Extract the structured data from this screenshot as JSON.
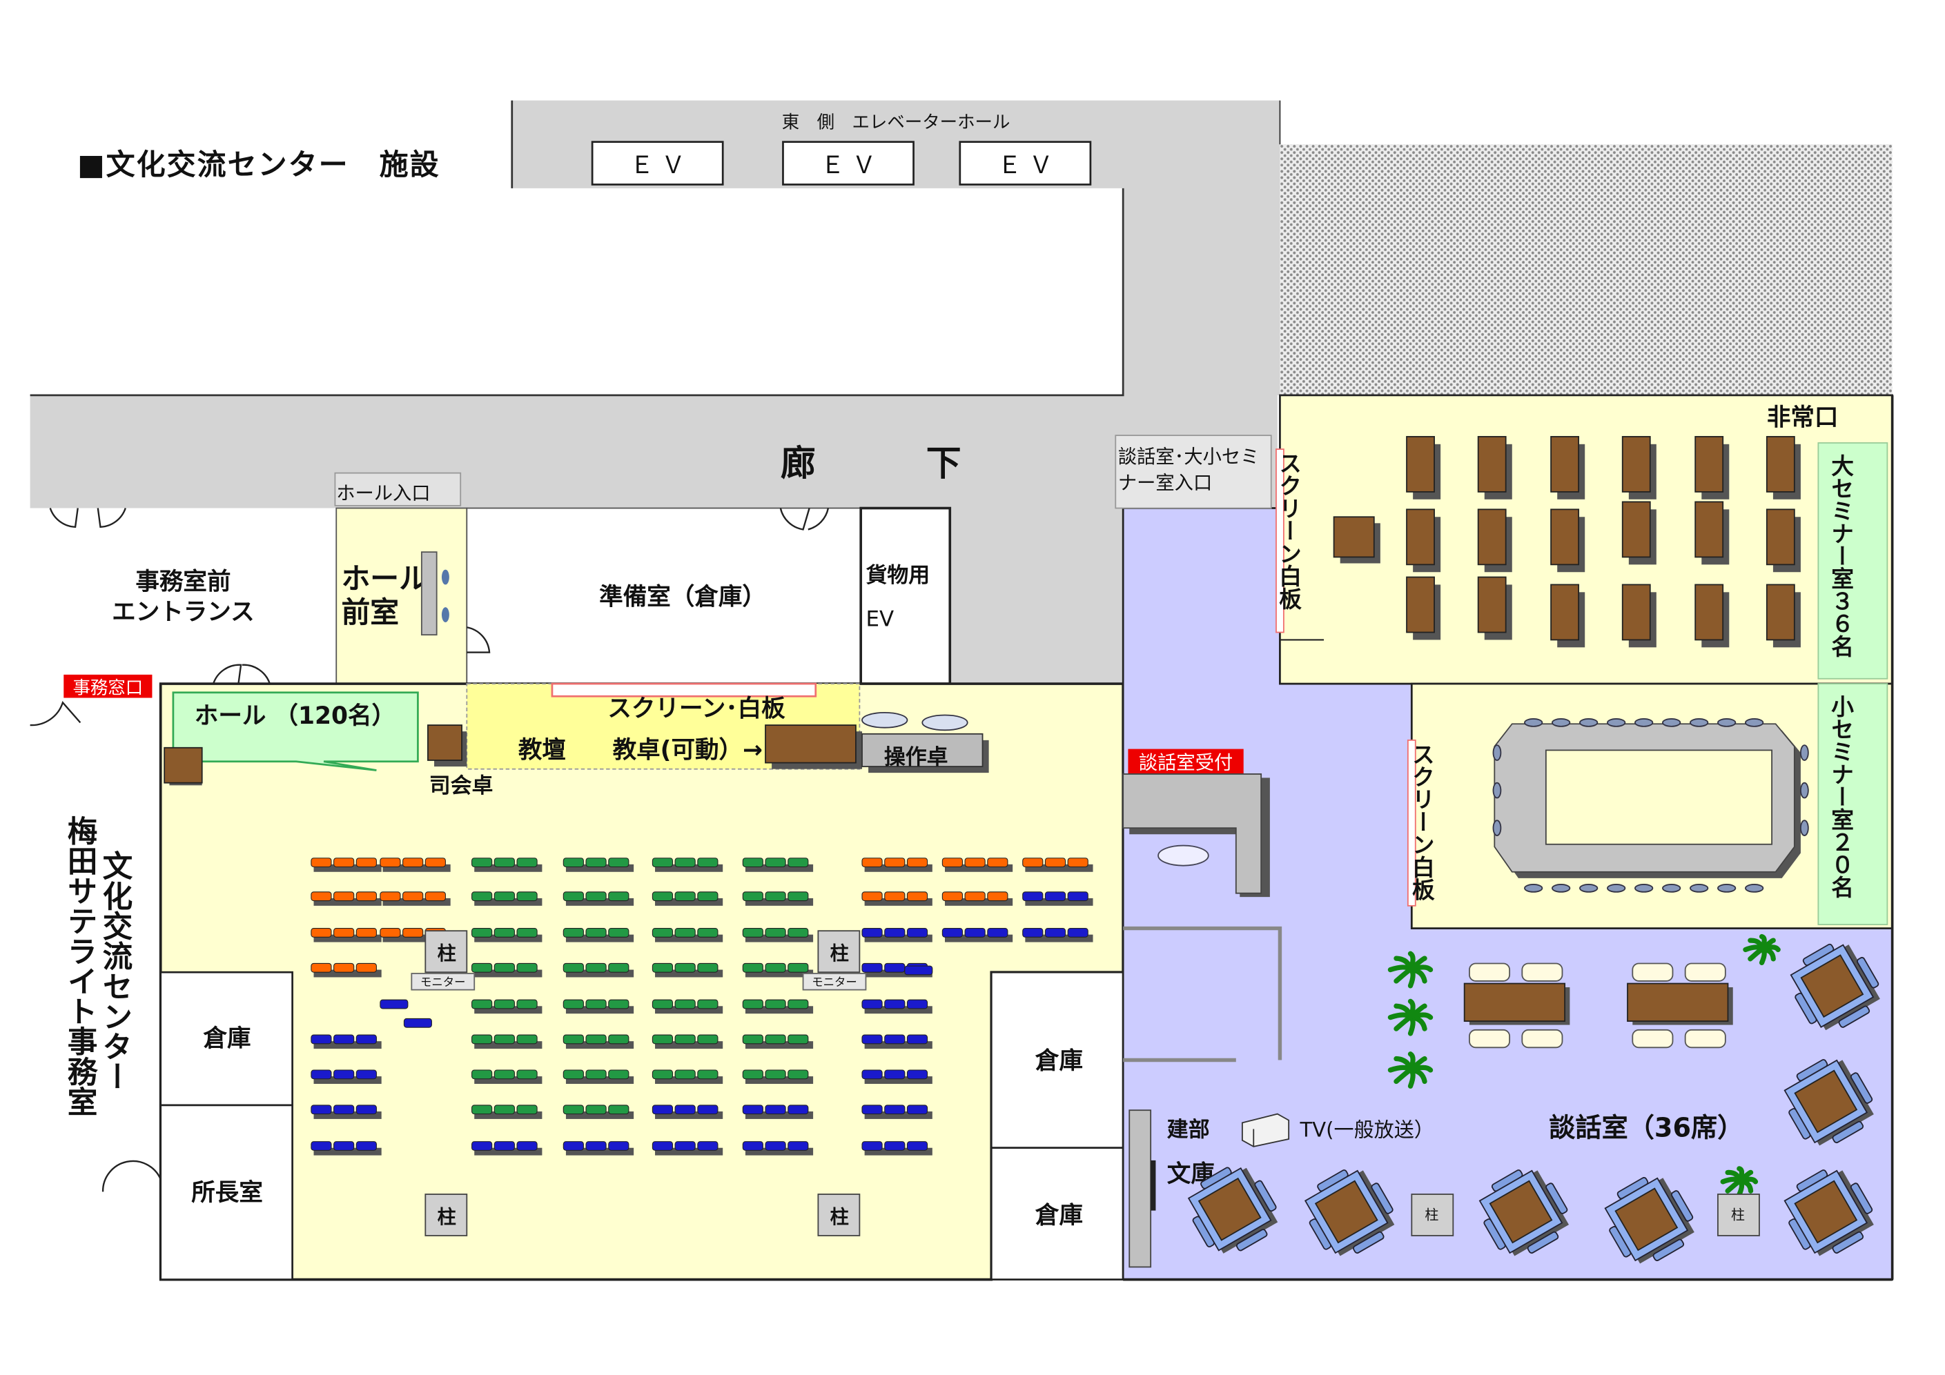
{
  "title": "■文化交流センター　施設",
  "colors": {
    "corridor": "#d4d4d4",
    "hall_floor": "#ffffd0",
    "lounge_floor": "#ccccff",
    "stage": "#ffff99",
    "label_bg_red": "#ee0000",
    "label_bg_green": "#ccffcc",
    "desk": "#8b5a2b",
    "chair_orange": "#ff6600",
    "chair_green": "#229944",
    "chair_blue": "#1a1acc",
    "plant": "#118811"
  },
  "elevator_hall": {
    "label": "東　側　エレベーターホール",
    "ev": [
      "Ｅ Ｖ",
      "Ｅ Ｖ",
      "Ｅ Ｖ"
    ]
  },
  "corridor": {
    "label_1": "廊",
    "label_2": "下"
  },
  "hall_entrance": "ホール入口",
  "lounge_entrance": {
    "line1": "談話室･大小セミ",
    "line2": "ナー室入口"
  },
  "rooms": {
    "office_front": {
      "line1": "事務室前",
      "line2": "エントランス"
    },
    "hall_lobby": {
      "line1": "ホール",
      "line2": "前室"
    },
    "prep_room": "準備室（倉庫）",
    "freight_ev": {
      "line1": "貨物用",
      "line2": "EV"
    },
    "office_window": "事務窓口",
    "hall": "ホール （120名）",
    "screen_board_hall": "スクリーン･白板",
    "lectern": "教壇",
    "teacher_desk": "教卓(可動）→",
    "control_desk": "操作卓",
    "mc_desk": "司会卓",
    "satellite_office": {
      "col1": "文化交流センター",
      "col2": "梅田サテライト事務室"
    },
    "storage": "倉庫",
    "director_room": "所長室",
    "pillar": "柱",
    "monitor": "モニター",
    "lounge_reception": "談話室受付",
    "bookshelf": {
      "line1": "建部",
      "line2": "文庫"
    },
    "tv": "TV(一般放送）",
    "lounge": "談話室（36席）",
    "emergency_exit": "非常口",
    "screen_board_vertical": "スクリーン白板",
    "large_seminar": "大セミナー室３６名",
    "small_seminar": "小セミナー室２０名"
  }
}
